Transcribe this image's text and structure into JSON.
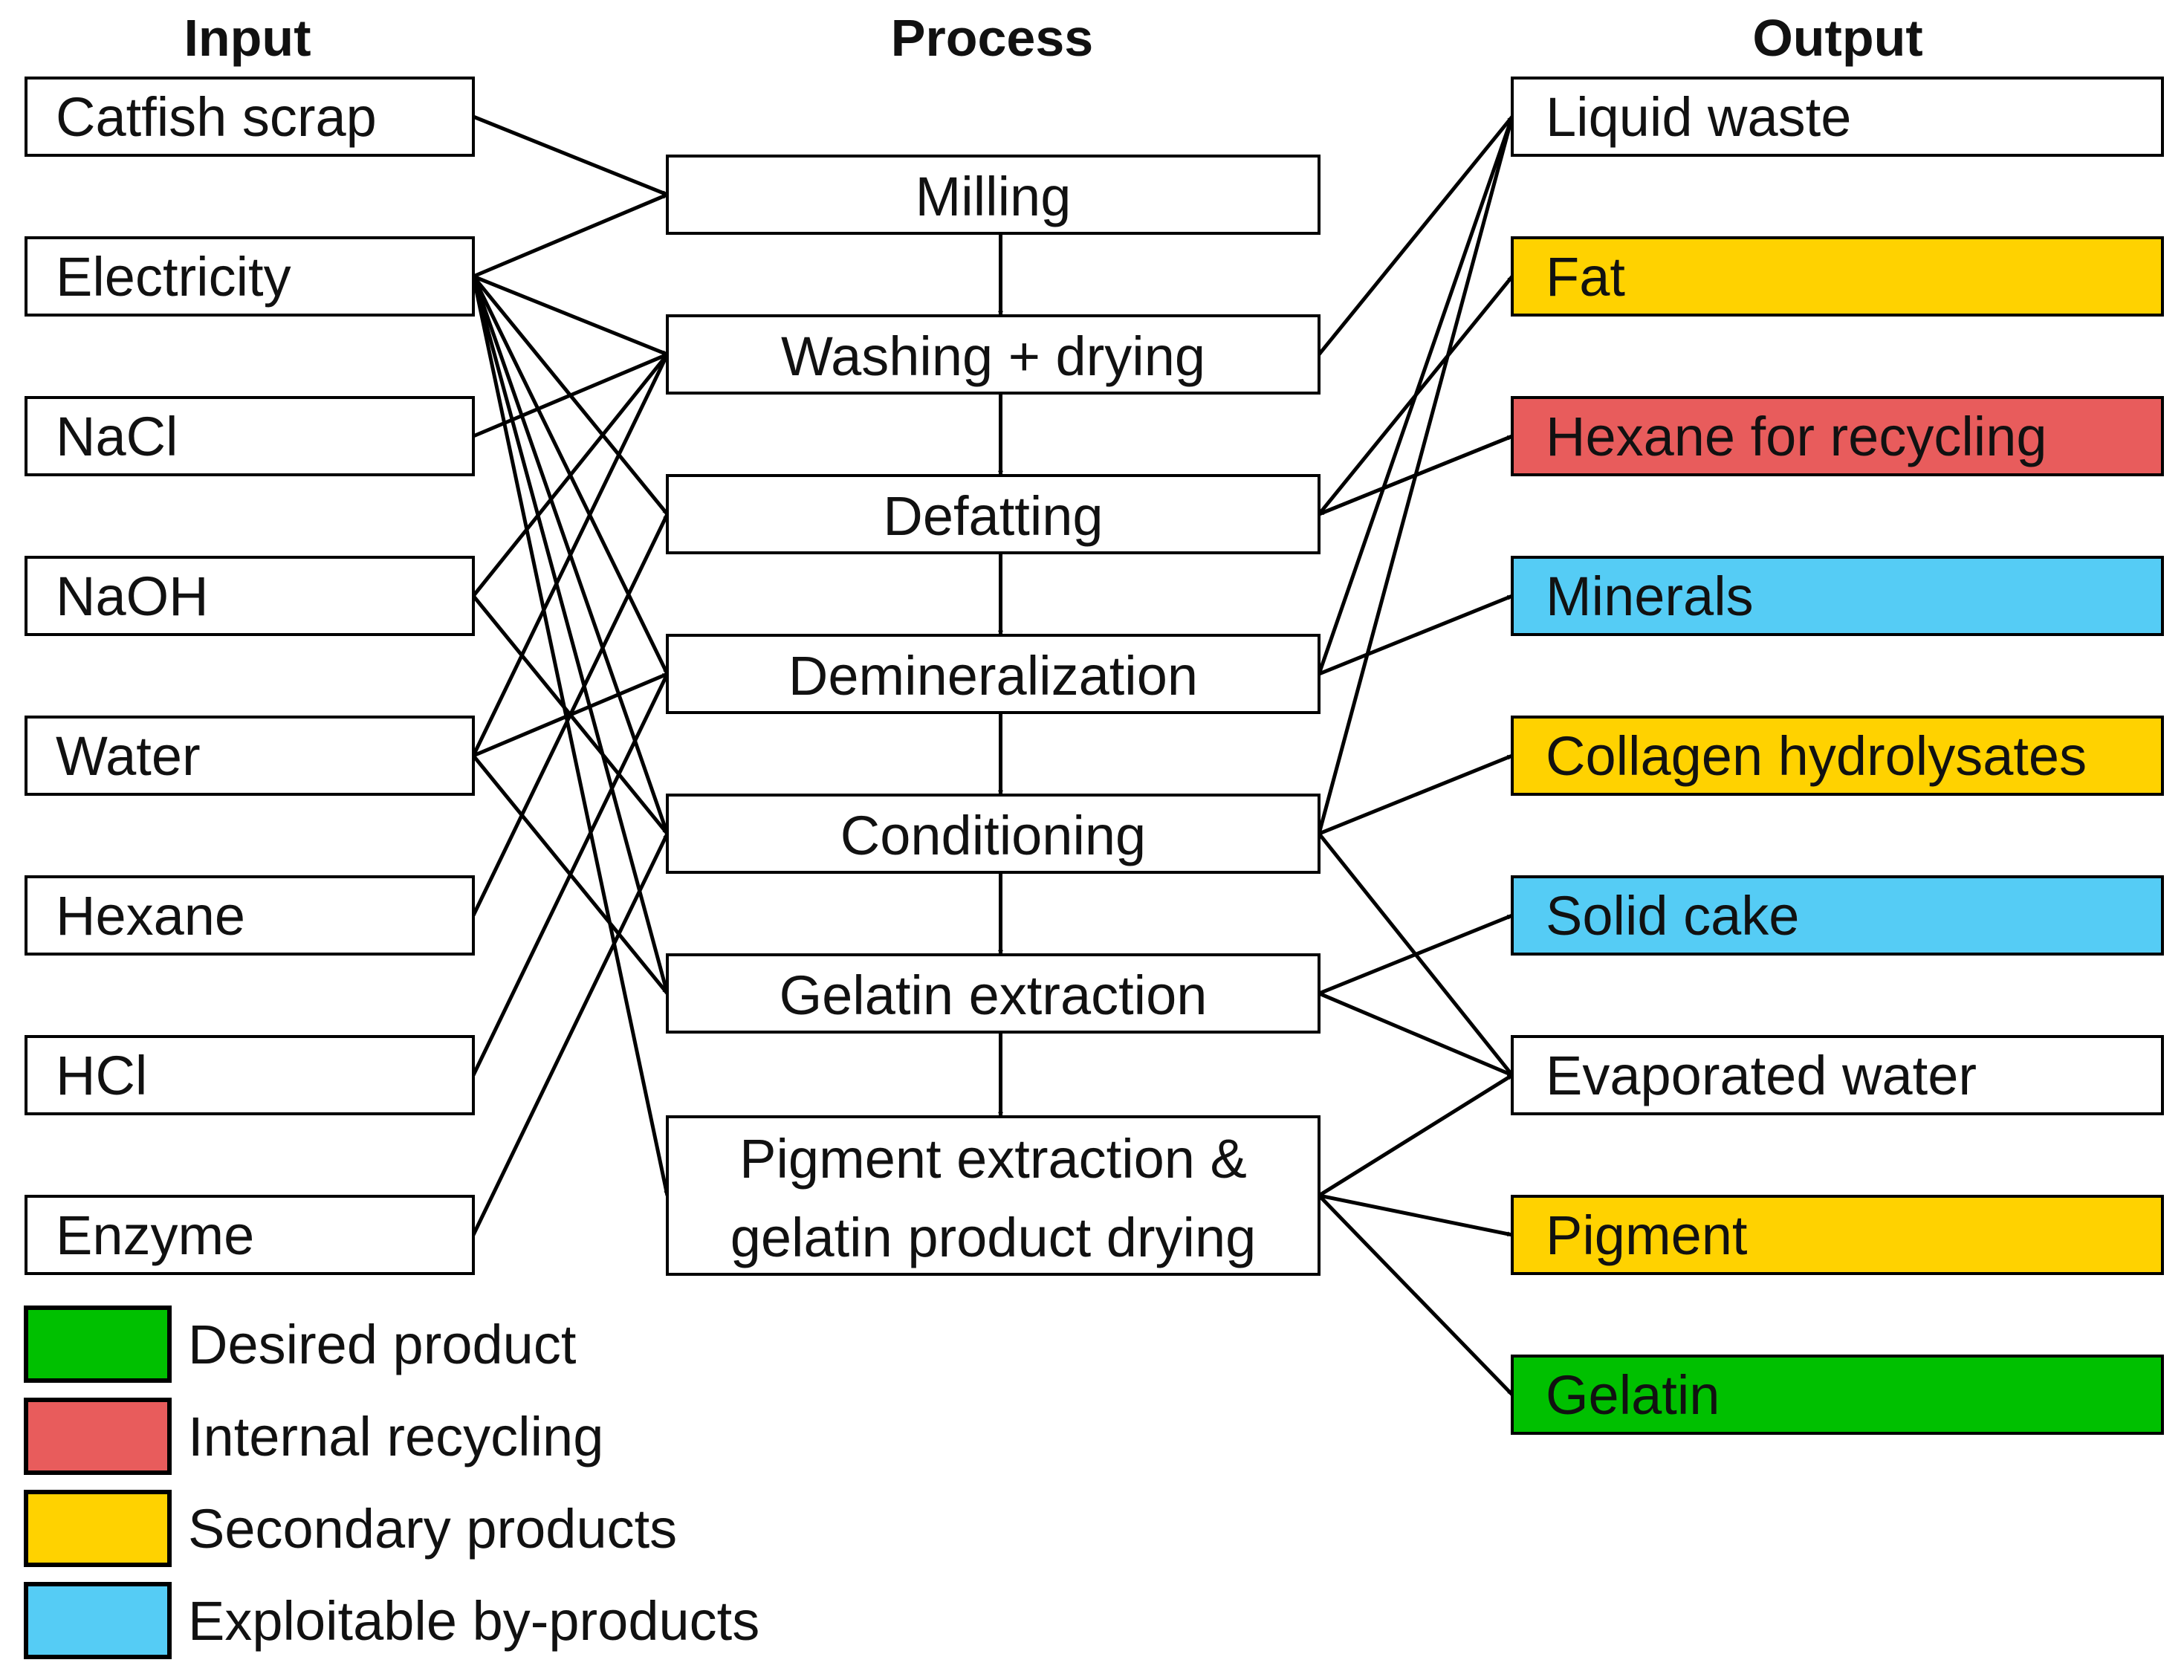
{
  "headers": {
    "input": "Input",
    "process": "Process",
    "output": "Output"
  },
  "inputs": [
    "Catfish scrap",
    "Electricity",
    "NaCl",
    "NaOH",
    "Water",
    "Hexane",
    "HCl",
    "Enzyme"
  ],
  "processes": [
    {
      "lines": [
        "Milling"
      ]
    },
    {
      "lines": [
        "Washing + drying"
      ]
    },
    {
      "lines": [
        "Defatting"
      ]
    },
    {
      "lines": [
        "Demineralization"
      ]
    },
    {
      "lines": [
        "Conditioning"
      ]
    },
    {
      "lines": [
        "Gelatin extraction"
      ]
    },
    {
      "lines": [
        "Pigment extraction &",
        "gelatin product drying"
      ]
    }
  ],
  "outputs": [
    {
      "label": "Liquid waste",
      "category": "none"
    },
    {
      "label": "Fat",
      "category": "secondary"
    },
    {
      "label": "Hexane for recycling",
      "category": "recycling"
    },
    {
      "label": "Minerals",
      "category": "byproduct"
    },
    {
      "label": "Collagen hydrolysates",
      "category": "secondary"
    },
    {
      "label": "Solid cake",
      "category": "byproduct"
    },
    {
      "label": "Evaporated water",
      "category": "none"
    },
    {
      "label": "Pigment",
      "category": "secondary"
    },
    {
      "label": "Gelatin",
      "category": "desired"
    }
  ],
  "colors": {
    "none": "#ffffff",
    "desired": "#00c000",
    "recycling": "#e85c5c",
    "secondary": "#ffd200",
    "byproduct": "#55ccf5"
  },
  "legend": [
    {
      "label": "Desired product",
      "category": "desired"
    },
    {
      "label": "Internal recycling",
      "category": "recycling"
    },
    {
      "label": "Secondary products",
      "category": "secondary"
    },
    {
      "label": "Exploitable by-products",
      "category": "byproduct"
    }
  ],
  "input_edges": [
    [
      "Catfish scrap",
      "Milling"
    ],
    [
      "Electricity",
      "Milling"
    ],
    [
      "Electricity",
      "Washing + drying"
    ],
    [
      "Electricity",
      "Defatting"
    ],
    [
      "Electricity",
      "Demineralization"
    ],
    [
      "Electricity",
      "Conditioning"
    ],
    [
      "Electricity",
      "Gelatin extraction"
    ],
    [
      "Electricity",
      "Pigment extraction &"
    ],
    [
      "NaCl",
      "Washing + drying"
    ],
    [
      "NaOH",
      "Washing + drying"
    ],
    [
      "NaOH",
      "Conditioning"
    ],
    [
      "Water",
      "Washing + drying"
    ],
    [
      "Water",
      "Demineralization"
    ],
    [
      "Water",
      "Gelatin extraction"
    ],
    [
      "Hexane",
      "Defatting"
    ],
    [
      "HCl",
      "Demineralization"
    ],
    [
      "Enzyme",
      "Conditioning"
    ]
  ],
  "output_edges": [
    [
      "Washing + drying",
      "Liquid waste"
    ],
    [
      "Defatting",
      "Fat"
    ],
    [
      "Defatting",
      "Hexane for recycling"
    ],
    [
      "Demineralization",
      "Liquid waste"
    ],
    [
      "Demineralization",
      "Minerals"
    ],
    [
      "Conditioning",
      "Liquid waste"
    ],
    [
      "Conditioning",
      "Collagen hydrolysates"
    ],
    [
      "Conditioning",
      "Evaporated water"
    ],
    [
      "Gelatin extraction",
      "Solid cake"
    ],
    [
      "Gelatin extraction",
      "Evaporated water"
    ],
    [
      "Pigment extraction &",
      "Evaporated water"
    ],
    [
      "Pigment extraction &",
      "Pigment"
    ],
    [
      "Pigment extraction &",
      "Gelatin"
    ]
  ],
  "reverse_edges": [
    [
      "Hexane for recycling",
      "Defatting"
    ]
  ]
}
